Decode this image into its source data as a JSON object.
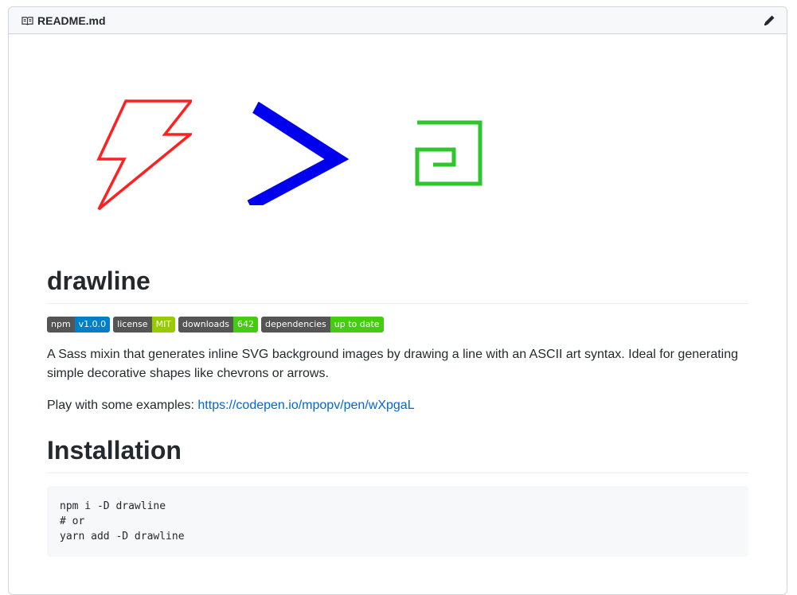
{
  "header": {
    "filename": "README.md",
    "icons": {
      "file": "book-icon",
      "edit": "pencil-icon"
    }
  },
  "logo": {
    "colors": {
      "bolt": "#ff2020",
      "chevron": "#0000ee",
      "spiral": "#2ec52e"
    },
    "icons": [
      "lightning-bolt-icon",
      "chevron-right-icon",
      "spiral-icon"
    ]
  },
  "main": {
    "title": "drawline",
    "badges": [
      {
        "key": "npm",
        "value": "v1.0.0",
        "color": "#007ec6"
      },
      {
        "key": "license",
        "value": "MIT",
        "color": "#97ca00"
      },
      {
        "key": "downloads",
        "value": "642",
        "color": "#4c1"
      },
      {
        "key": "dependencies",
        "value": "up to date",
        "color": "#4c1"
      }
    ],
    "description": "A Sass mixin that generates inline SVG background images by drawing a line with an ASCII art syntax. Ideal for generating simple decorative shapes like chevrons or arrows.",
    "play_label": "Play with some examples: ",
    "play_link": "https://codepen.io/mpopv/pen/wXpgaL",
    "installation_heading": "Installation",
    "code_lines": [
      "npm i -D drawline",
      "# or",
      "yarn add -D drawline"
    ]
  }
}
